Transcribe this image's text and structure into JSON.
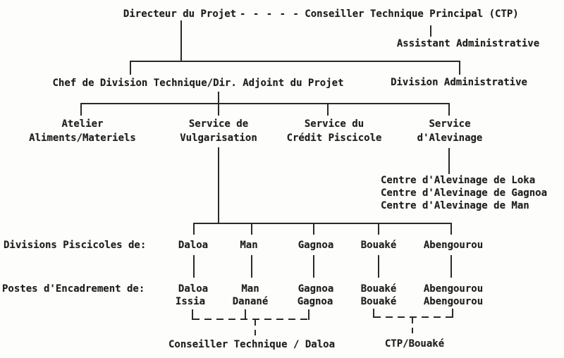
{
  "palette": {
    "background": "#fdfdfb",
    "ink": "#2a2a2a",
    "text": "#1f1f1f"
  },
  "org_chart": {
    "top": {
      "director": "Directeur du Projet",
      "dash_link": "- - - - -",
      "ctp": "Conseiller Technique Principal (CTP)",
      "assistant": "Assistant Administrative"
    },
    "level2": {
      "technical": "Chef de Division Technique/Dir. Adjoint du Projet",
      "administrative": "Division Administrative"
    },
    "services": [
      {
        "line1": "Atelier",
        "line2": "Aliments/Materiels"
      },
      {
        "line1": "Service de",
        "line2": "Vulgarisation"
      },
      {
        "line1": "Service du",
        "line2": "Crédit Piscicole"
      },
      {
        "line1": "Service",
        "line2": "d'Alevinage"
      }
    ],
    "hatcheries": [
      "Centre d'Alevinage de Loka",
      "Centre d'Alevinage de Gagnoa",
      "Centre d'Alevinage de Man"
    ],
    "divisions": {
      "label": "Divisions Piscicoles de:",
      "items": [
        "Daloa",
        "Man",
        "Gagnoa",
        "Bouaké",
        "Abengourou"
      ]
    },
    "postes": {
      "label": "Postes d'Encadrement de:",
      "row1": [
        "Daloa",
        "Man",
        "Gagnoa",
        "Bouaké",
        "Abengourou"
      ],
      "row2": [
        "Issia",
        "Danané",
        "Gagnoa",
        "Bouaké",
        "Abengourou"
      ]
    },
    "advisers": {
      "left": "Conseiller Technique / Daloa",
      "right": "CTP/Bouaké"
    }
  }
}
